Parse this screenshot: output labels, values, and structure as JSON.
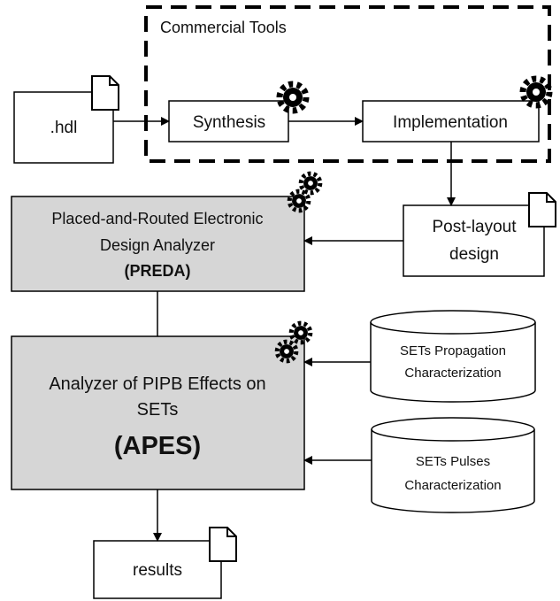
{
  "commercial_tools_label": "Commercial Tools",
  "nodes": {
    "hdl": ".hdl",
    "synthesis": "Synthesis",
    "implementation": "Implementation",
    "post_layout": [
      "Post-layout",
      "design"
    ],
    "preda": [
      "Placed-and-Routed Electronic",
      "Design Analyzer",
      "(PREDA)"
    ],
    "apes": [
      "Analyzer of PIPB Effects on",
      "SETs",
      "(APES)"
    ],
    "sets_propagation": [
      "SETs Propagation",
      "Characterization"
    ],
    "sets_pulses": [
      "SETs Pulses",
      "Characterization"
    ],
    "results": "results"
  },
  "icons": [
    "document-icon",
    "gear-icon"
  ],
  "colors": {
    "analyzer_fill": "#d6d6d6",
    "stroke": "#000000",
    "background": "#ffffff"
  }
}
